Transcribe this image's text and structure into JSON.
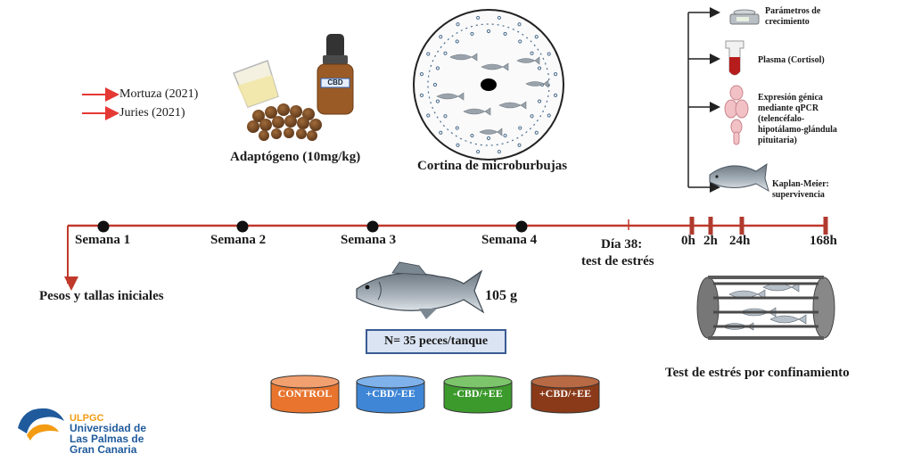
{
  "references": [
    "Mortuza (2021)",
    "Juries (2021)"
  ],
  "adaptogen": {
    "label": "Adaptógeno (10mg/kg)",
    "bottle_label": "CBD"
  },
  "curtain": {
    "label": "Cortina de microburbujas"
  },
  "sampling": [
    {
      "text": "Parámetros de crecimiento",
      "icon": "scale-icon"
    },
    {
      "text": "Plasma (Cortisol)",
      "icon": "blood-tube-icon"
    },
    {
      "text": "Expresión génica mediante qPCR (telencéfalo-hipotálamo-glándula pituitaria)",
      "icon": "brain-icon"
    },
    {
      "text": "Kaplan-Meier: supervivencia",
      "icon": "fish-icon"
    }
  ],
  "timeline": {
    "weeks": [
      "Semana 1",
      "Semana 2",
      "Semana 3",
      "Semana 4"
    ],
    "day_label": "Día 38:",
    "day_sublabel": "test de estrés",
    "hours": [
      "0h",
      "2h",
      "24h",
      "168h"
    ]
  },
  "initial": {
    "label": "Pesos y tallas iniciales"
  },
  "fish": {
    "weight": "105 g"
  },
  "n_label": "N= 35 peces/tanque",
  "tanks": [
    {
      "label": "CONTROL",
      "color": "#e8742e",
      "top": "#f2a070"
    },
    {
      "label": "+CBD/-EE",
      "color": "#3f86d6",
      "top": "#7fb2ea"
    },
    {
      "label": "-CBD/+EE",
      "color": "#3c9a2c",
      "top": "#7cc56a"
    },
    {
      "label": "+CBD/+EE",
      "color": "#8a3a18",
      "top": "#b86a44"
    }
  ],
  "confinement": {
    "label": "Test de estrés por confinamiento"
  },
  "logo": {
    "acronym": "ULPGC",
    "line1": "Universidad de",
    "line2": "Las Palmas de",
    "line3": "Gran Canaria"
  },
  "colors": {
    "timeline": "#c0392b",
    "arrow": "#e53935",
    "logo_orange": "#f39c12",
    "logo_blue": "#1f5a9c"
  }
}
